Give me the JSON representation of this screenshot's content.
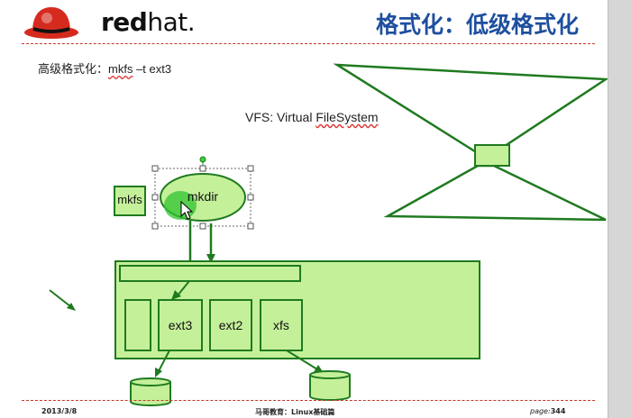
{
  "slide": {
    "title": "格式化：低级格式化",
    "logo_text_bold": "red",
    "logo_text_light": "hat.",
    "command_prefix": "高级格式化：",
    "command_tool": "mkfs",
    "command_args": " –t ext3",
    "vfs_prefix": "VFS: Virtual ",
    "vfs_word": "FileSystem"
  },
  "diagram": {
    "mkfs_label": "mkfs",
    "mkdir_label": "mkdir",
    "fs_labels": [
      "ext3",
      "ext2",
      "xfs"
    ]
  },
  "footer": {
    "date": "2013/3/8",
    "center": "马哥教育：Linux基础篇",
    "page_prefix": "page:",
    "page_number": "344"
  },
  "colors": {
    "fill_green": "#c5f09a",
    "stroke_green": "#1f7a1f",
    "title_blue": "#1f4f9f",
    "rule_red": "#c0392b",
    "logo_red": "#d52b1e"
  }
}
